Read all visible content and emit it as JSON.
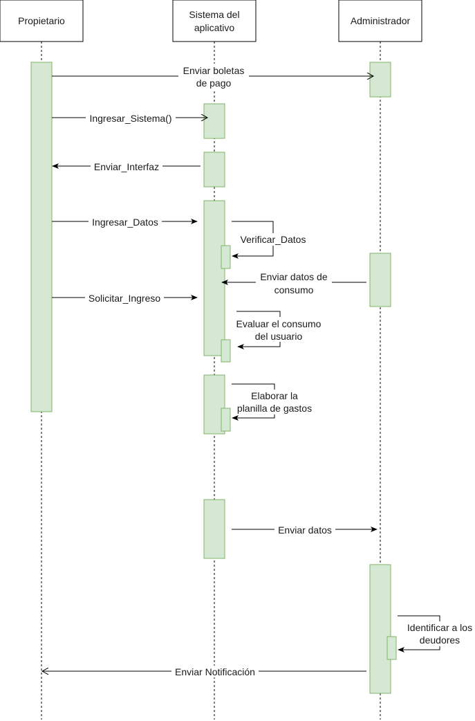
{
  "actors": {
    "propietario": "Propietario",
    "sistema_line1": "Sistema del",
    "sistema_line2": "aplicativo",
    "administrador": "Administrador"
  },
  "messages": {
    "enviar_boletas_1": "Enviar boletas",
    "enviar_boletas_2": "de pago",
    "ingresar_sistema": "Ingresar_Sistema()",
    "enviar_interfaz": "Enviar_Interfaz",
    "ingresar_datos": "Ingresar_Datos",
    "verificar_datos": "Verificar_Datos",
    "enviar_consumo_1": "Enviar datos de",
    "enviar_consumo_2": "consumo",
    "solicitar_ingreso": "Solicitar_Ingreso",
    "evaluar_1": "Evaluar el consumo",
    "evaluar_2": "del usuario",
    "elaborar_1": "Elaborar la",
    "elaborar_2": "planilla de gastos",
    "enviar_datos": "Enviar datos",
    "identificar_1": "Identificar a los",
    "identificar_2": "deudores",
    "enviar_notificacion": "Enviar Notificación"
  },
  "colors": {
    "activation_fill": "#d5e8d4",
    "activation_stroke": "#82b366",
    "line": "#000000"
  }
}
